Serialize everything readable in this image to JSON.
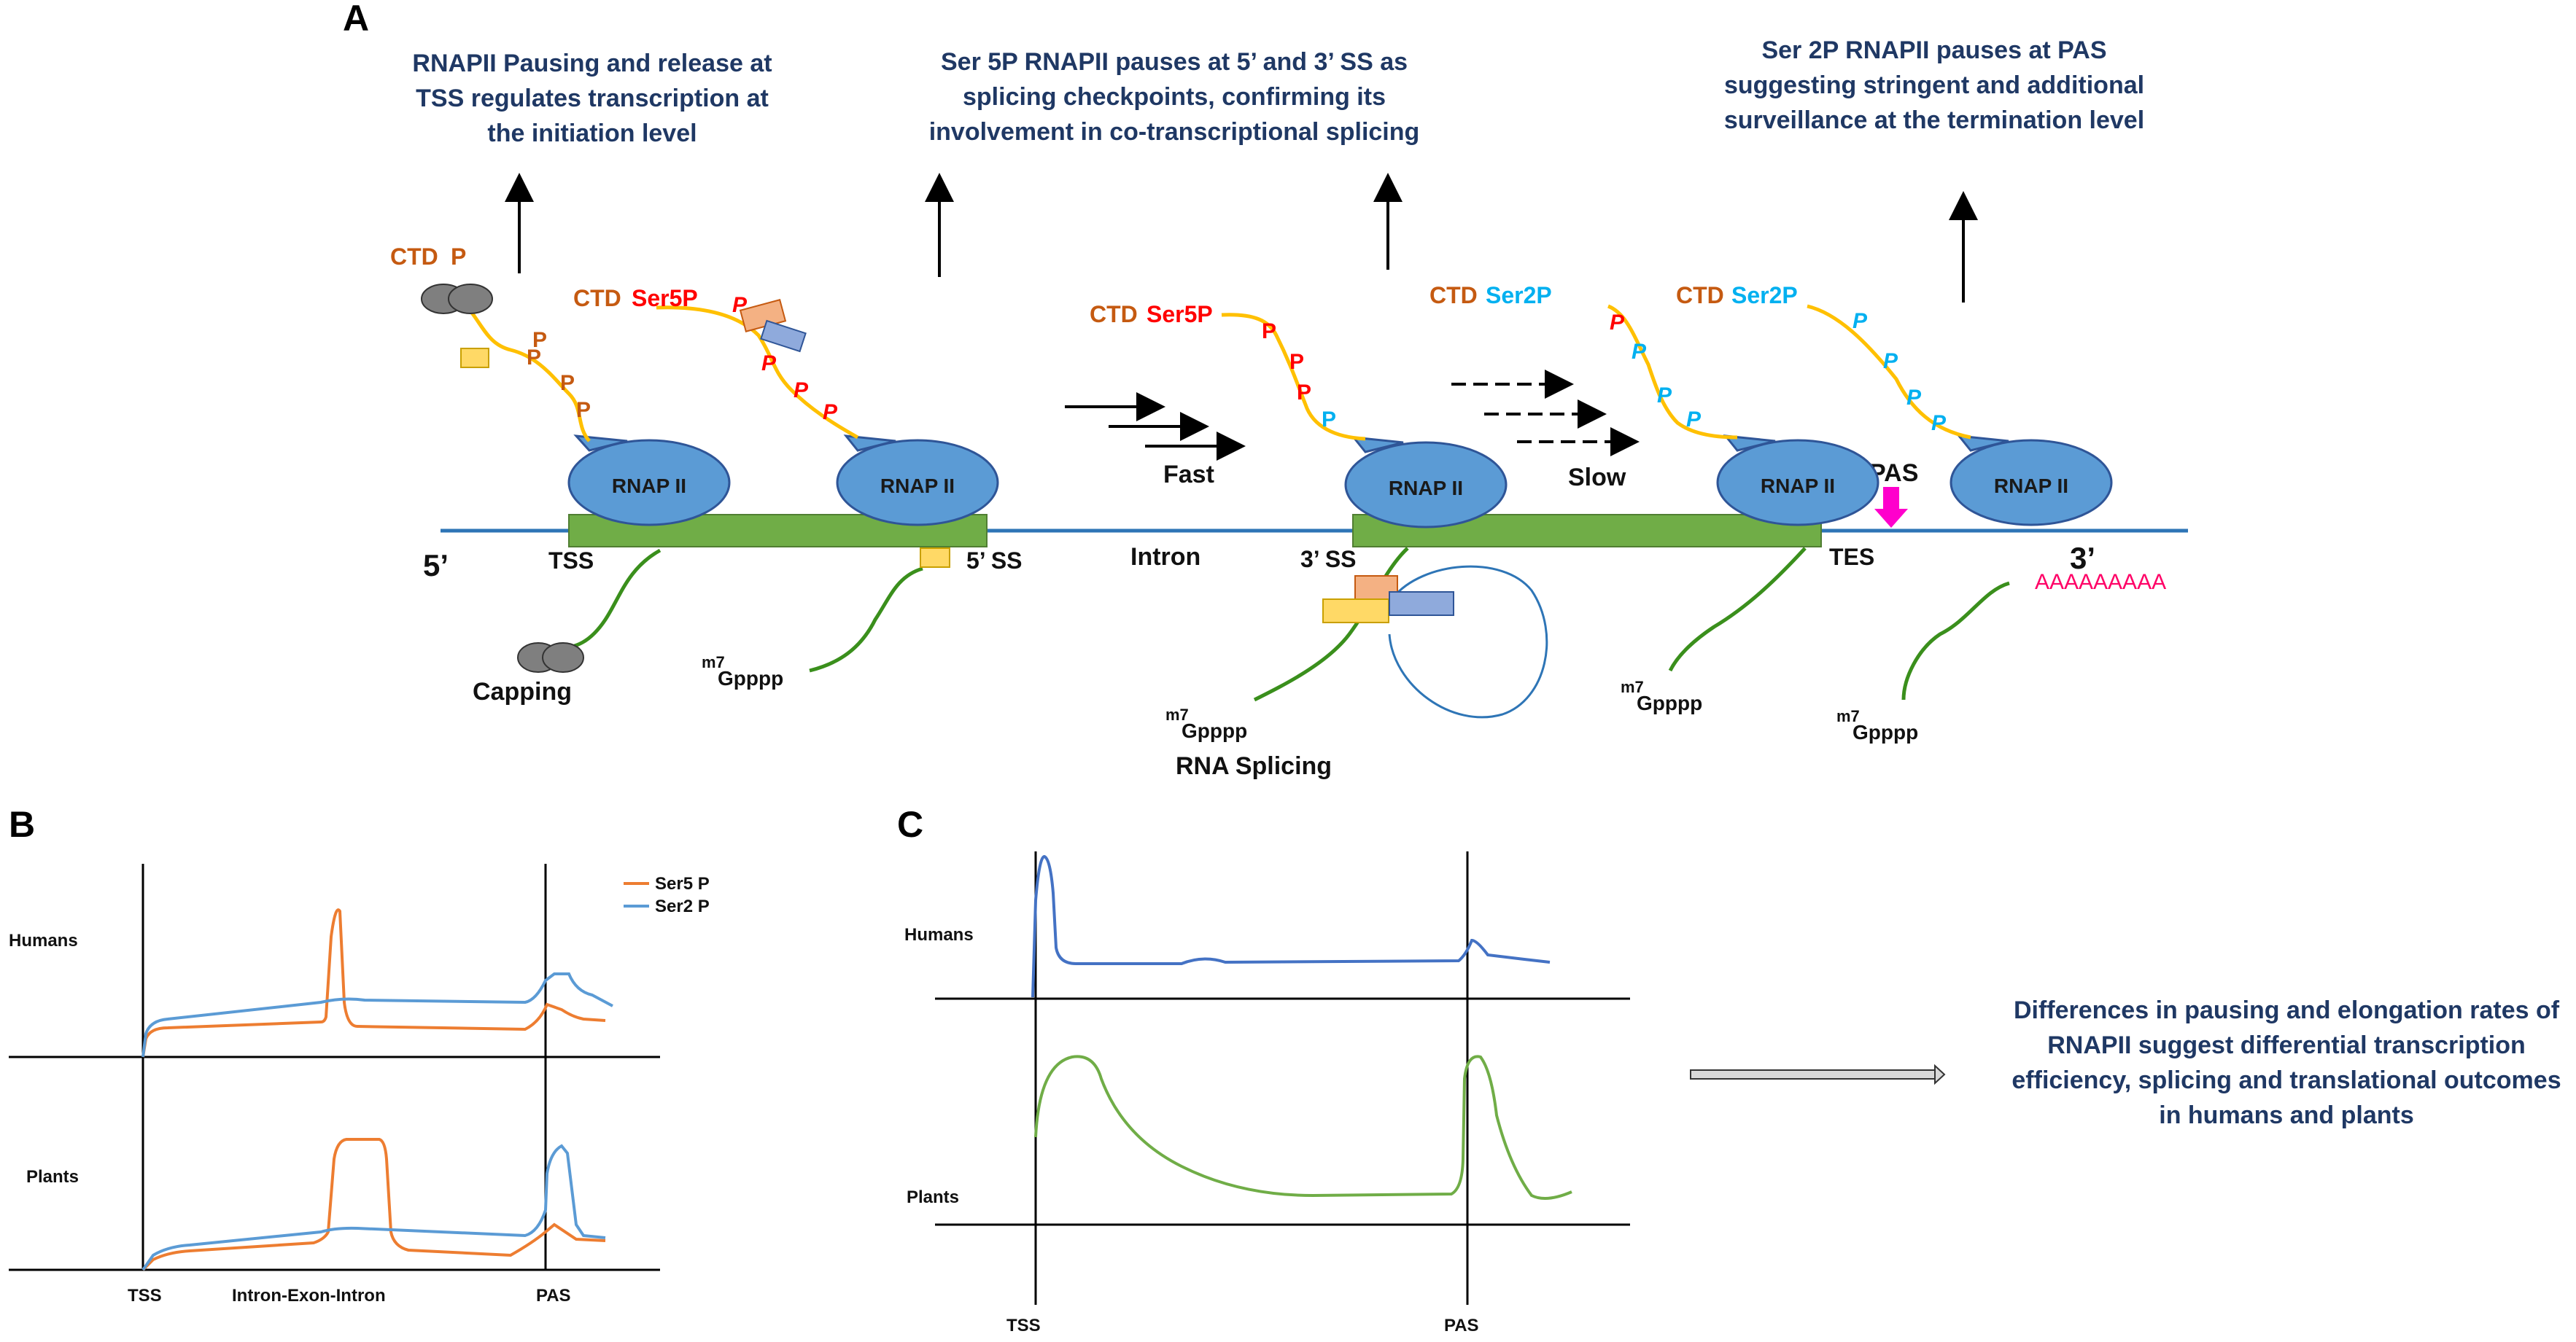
{
  "panel_a": {
    "letter": "A",
    "captions": [
      [
        "RNAPII Pausing and release at",
        "TSS regulates transcription at",
        "the initiation level"
      ],
      [
        "Ser 5P RNAPII pauses at 5’ and 3’ SS as",
        "splicing checkpoints, confirming its",
        "involvement in co-transcriptional splicing"
      ],
      [
        "Ser 2P RNAPII pauses at PAS",
        "suggesting stringent and additional",
        "surveillance at the termination level"
      ]
    ],
    "ctd_labels": {
      "ctd": "CTD",
      "p": "P",
      "ser5p": "Ser5P",
      "ser2p": "Ser2P"
    },
    "polymerase_label": "RNAP II",
    "strand": {
      "five_prime": "5’",
      "three_prime": "3’",
      "tss": "TSS",
      "five_ss": "5’ SS",
      "intron": "Intron",
      "three_ss": "3’ SS",
      "tes": "TES",
      "pas": "PAS"
    },
    "speed": {
      "fast": "Fast",
      "slow": "Slow"
    },
    "processes": {
      "capping": "Capping",
      "splicing": "RNA Splicing"
    },
    "cap_label": {
      "m7": "m7",
      "gpppp": "Gpppp"
    },
    "polya": "AAAAAAAAA",
    "colors": {
      "exon": "#70ad47",
      "strand": "#2e75b6",
      "rnap": "#5b9bd5",
      "ctd_tail": "#ffc000",
      "ser5p": "#ff0000",
      "ser2p": "#00b0f0",
      "p_brown": "#c55a11",
      "rna": "#3a8f1c",
      "pas_arrow": "#ff00cc",
      "polya": "#ff0066",
      "caption": "#1f3864"
    }
  },
  "panel_b": {
    "letter": "B",
    "legend": [
      "Ser5 P",
      "Ser2 P"
    ],
    "rows": [
      "Humans",
      "Plants"
    ],
    "x_labels": [
      "TSS",
      "Intron-Exon-Intron",
      "PAS"
    ],
    "colors": {
      "ser5p": "#ed7d31",
      "ser2p": "#5b9bd5"
    }
  },
  "panel_c": {
    "letter": "C",
    "rows": [
      "Humans",
      "Plants"
    ],
    "x_labels": [
      "TSS",
      "PAS"
    ],
    "colors": {
      "humans": "#4472c4",
      "plants": "#70ad47"
    },
    "conclusion": [
      "Differences in pausing and elongation rates of",
      "RNAPII suggest differential transcription",
      "efficiency, splicing and translational outcomes",
      "in humans and plants"
    ]
  }
}
